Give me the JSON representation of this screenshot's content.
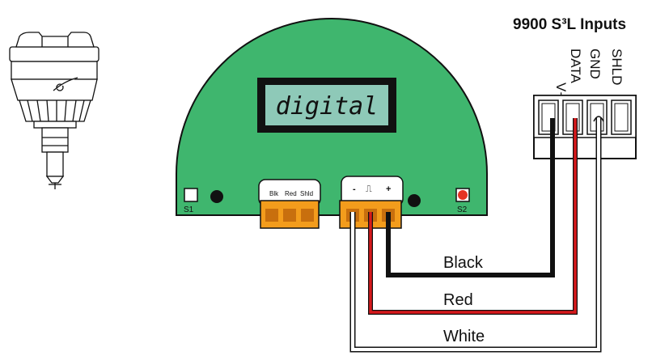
{
  "header": {
    "title": "9900 S³L Inputs"
  },
  "terminal_labels": [
    "V+",
    "DATA",
    "GND",
    "SHLD"
  ],
  "display": {
    "text": "digital"
  },
  "connectors": {
    "left": [
      "Blk",
      "Red",
      "Shld"
    ],
    "right": [
      "-",
      "⎍",
      "+"
    ]
  },
  "switches": {
    "s1": "S1",
    "s2": "S2"
  },
  "wires": [
    {
      "label": "Black",
      "color": "#111111"
    },
    {
      "label": "Red",
      "color": "#d7191c"
    },
    {
      "label": "White",
      "color": "#ffffff"
    }
  ],
  "colors": {
    "board": "#3fb66e",
    "lcd": "#8ec9b8",
    "connector": "#f39c1c",
    "button_red": "#e53222"
  }
}
